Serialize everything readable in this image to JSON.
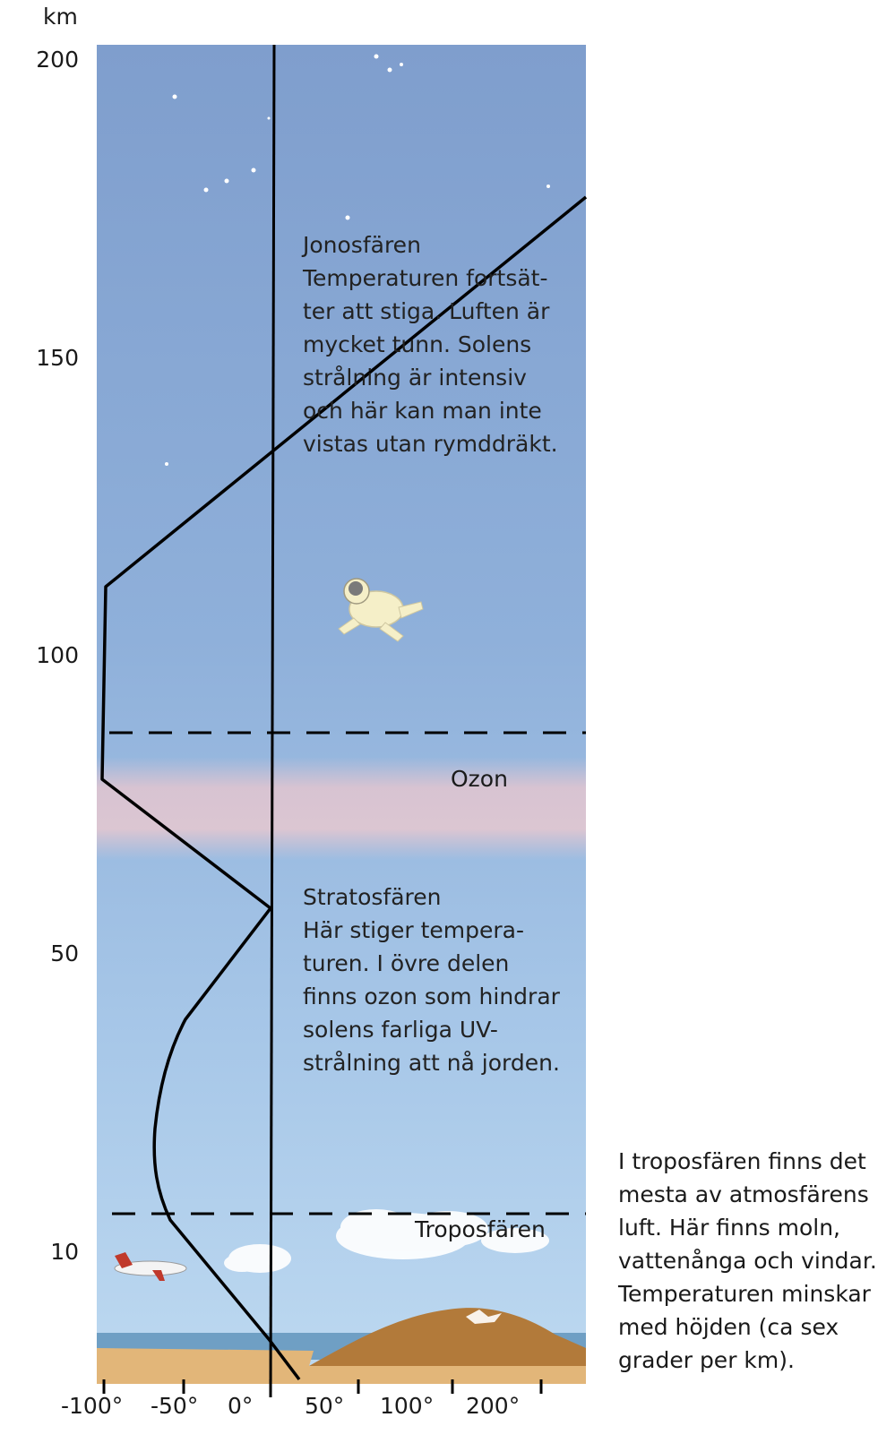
{
  "axes": {
    "y_unit": "km",
    "y_ticks": [
      "200",
      "150",
      "100",
      "50",
      "10"
    ],
    "x_ticks": [
      "-100°",
      "-50°",
      "0°",
      "50°",
      "100°",
      "200°"
    ]
  },
  "labels": {
    "jonosfaren": "Jonosfären\nTemperaturen fortsät-\nter att stiga. Luften är\nmycket tunn. Solens\nstrålning är intensiv\noch här kan man inte\nvistas utan rymddräkt.",
    "ozon": "Ozon",
    "stratosfaren": "Stratosfären\nHär stiger tempera-\nturen. I övre delen\nfinns ozon som hindrar\nsolens farliga UV-\nstrålning att nå jorden.",
    "troposfaren": "Troposfären",
    "troposfaren_note": "I troposfären finns det\nmesta av atmosfärens\nluft. Här finns moln,\nvattenånga och vindar.\nTemperaturen minskar\nmed höjden (ca sex\ngrader per km)."
  },
  "colors": {
    "sky_top": "#7f9ecd",
    "sky_mid": "#9dbde2",
    "sky_low": "#b6d3ee",
    "ozone_band": "#e3c5cf",
    "sea": "#6f9fc4",
    "sand": "#e2b679",
    "mountain": "#b27a3a",
    "line": "#000000"
  }
}
